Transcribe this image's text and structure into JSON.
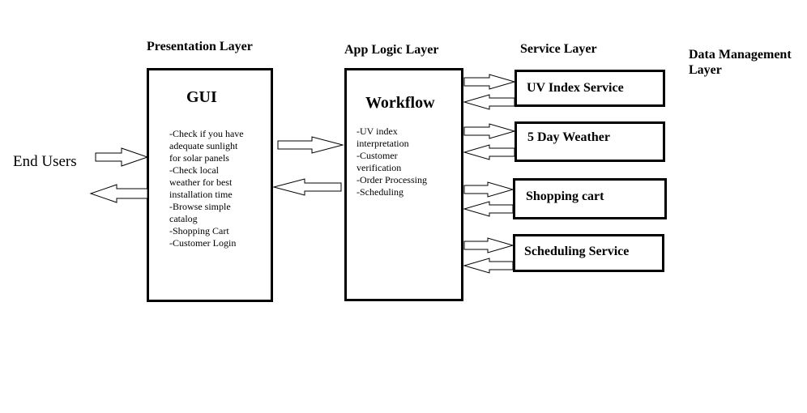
{
  "layers": {
    "presentation": "Presentation Layer",
    "app_logic": "App Logic Layer",
    "service": "Service Layer",
    "data_management_line1": "Data Management",
    "data_management_line2": "Layer"
  },
  "end_users": "End Users",
  "gui": {
    "title": "GUI",
    "items": [
      "-Check if you have",
      "adequate sunlight",
      "for solar panels",
      "-Check local",
      "weather for best",
      "installation time",
      "-Browse simple",
      "catalog",
      "-Shopping Cart",
      "-Customer Login"
    ]
  },
  "workflow": {
    "title": "Workflow",
    "items": [
      "-UV index",
      "interpretation",
      "-Customer",
      "verification",
      "-Order Processing",
      "-Scheduling"
    ]
  },
  "services": [
    "UV Index Service",
    "5 Day Weather",
    "Shopping cart",
    "Scheduling Service"
  ]
}
